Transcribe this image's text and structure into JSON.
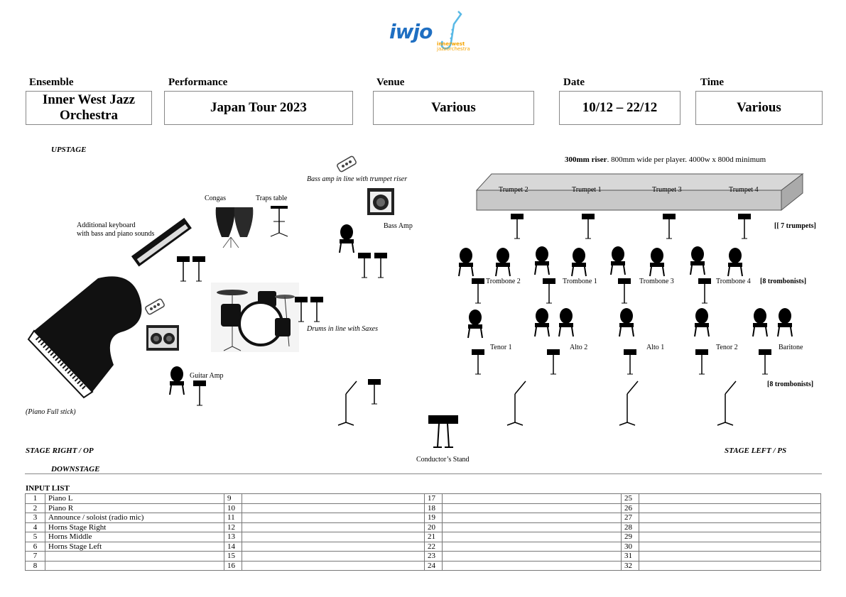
{
  "logo": {
    "text": "iwjo",
    "subtext_line1": "innerwest",
    "subtext_line2": "jazzorchestra",
    "colors": {
      "blue": "#1f6fc2",
      "yellow": "#f5c400",
      "light_blue": "#59b9e6"
    }
  },
  "header": {
    "fields": [
      {
        "label": "Ensemble",
        "value": "Inner West Jazz Orchestra"
      },
      {
        "label": "Performance",
        "value": "Japan Tour 2023"
      },
      {
        "label": "Venue",
        "value": "Various"
      },
      {
        "label": "Date",
        "value": "10/12 – 22/12"
      },
      {
        "label": "Time",
        "value": "Various"
      }
    ]
  },
  "stage": {
    "upstage": "UPSTAGE",
    "downstage": "DOWNSTAGE",
    "stage_right": "STAGE RIGHT / OP",
    "stage_left": "STAGE LEFT / PS",
    "riser_note_bold": "300mm riser",
    "riser_note_rest": ". 800mm wide per player. 4000w x 800d minimum",
    "bass_amp_note": "Bass amp in line with trumpet riser",
    "bass_amp": "Bass Amp",
    "congas": "Congas",
    "traps_table": "Traps table",
    "keyboard_line1": "Additional keyboard",
    "keyboard_line2": "with bass and piano sounds",
    "drums_note": "Drums in line with Saxes",
    "guitar_amp": "Guitar Amp",
    "piano_note": "(Piano Full stick)",
    "conductor": "Conductor’s Stand",
    "trumpets": [
      "Trumpet 2",
      "Trumpet 1",
      "Trumpet 3",
      "Trumpet 4"
    ],
    "trumpets_note": "[[ 7 trumpets]",
    "trombones": [
      "Trombone 2",
      "Trombone 1",
      "Trombone 3",
      "Trombone 4"
    ],
    "trombones_note": "[8 trombonists]",
    "saxes": [
      "Tenor 1",
      "Alto 2",
      "Alto 1",
      "Tenor 2",
      "Baritone"
    ],
    "saxes_note": "[8 trombonists]"
  },
  "input_list": {
    "title": "INPUT LIST",
    "rows": [
      [
        {
          "n": "1",
          "v": "Piano L"
        },
        {
          "n": "9",
          "v": ""
        },
        {
          "n": "17",
          "v": ""
        },
        {
          "n": "25",
          "v": ""
        }
      ],
      [
        {
          "n": "2",
          "v": "Piano R"
        },
        {
          "n": "10",
          "v": ""
        },
        {
          "n": "18",
          "v": ""
        },
        {
          "n": "26",
          "v": ""
        }
      ],
      [
        {
          "n": "3",
          "v": "Announce / soloist (radio mic)"
        },
        {
          "n": "11",
          "v": ""
        },
        {
          "n": "19",
          "v": ""
        },
        {
          "n": "27",
          "v": ""
        }
      ],
      [
        {
          "n": "4",
          "v": "Horns Stage Right"
        },
        {
          "n": "12",
          "v": ""
        },
        {
          "n": "20",
          "v": ""
        },
        {
          "n": "28",
          "v": ""
        }
      ],
      [
        {
          "n": "5",
          "v": "Horns Middle"
        },
        {
          "n": "13",
          "v": ""
        },
        {
          "n": "21",
          "v": ""
        },
        {
          "n": "29",
          "v": ""
        }
      ],
      [
        {
          "n": "6",
          "v": "Horns Stage Left"
        },
        {
          "n": "14",
          "v": ""
        },
        {
          "n": "22",
          "v": ""
        },
        {
          "n": "30",
          "v": ""
        }
      ],
      [
        {
          "n": "7",
          "v": ""
        },
        {
          "n": "15",
          "v": ""
        },
        {
          "n": "23",
          "v": ""
        },
        {
          "n": "31",
          "v": ""
        }
      ],
      [
        {
          "n": "8",
          "v": ""
        },
        {
          "n": "16",
          "v": ""
        },
        {
          "n": "24",
          "v": ""
        },
        {
          "n": "32",
          "v": ""
        }
      ]
    ]
  }
}
